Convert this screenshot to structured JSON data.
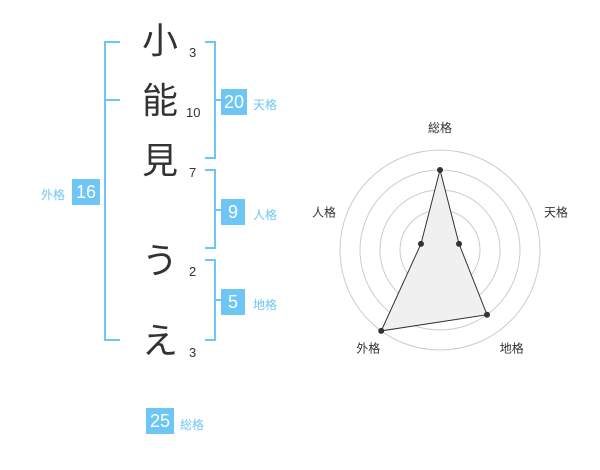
{
  "name": {
    "characters": [
      {
        "char": "小",
        "strokes": "3"
      },
      {
        "char": "能",
        "strokes": "10"
      },
      {
        "char": "見",
        "strokes": "7"
      },
      {
        "char": "う",
        "strokes": "2"
      },
      {
        "char": "え",
        "strokes": "3"
      }
    ]
  },
  "fortunes": {
    "tenkaku": {
      "value": "20",
      "label": "天格"
    },
    "jinkaku": {
      "value": "9",
      "label": "人格"
    },
    "chikaku": {
      "value": "5",
      "label": "地格"
    },
    "gaikaku": {
      "value": "16",
      "label": "外格"
    },
    "soukaku": {
      "value": "25",
      "label": "総格"
    }
  },
  "colors": {
    "accent": "#6ec6f5",
    "text": "#333333",
    "ring": "#cccccc",
    "fill": "#f0f0f0"
  },
  "chart_data": {
    "type": "radar",
    "axes": [
      "総格",
      "天格",
      "地格",
      "外格",
      "人格"
    ],
    "values": [
      4,
      1,
      4,
      5,
      1
    ],
    "max": 5,
    "rings": 5
  }
}
